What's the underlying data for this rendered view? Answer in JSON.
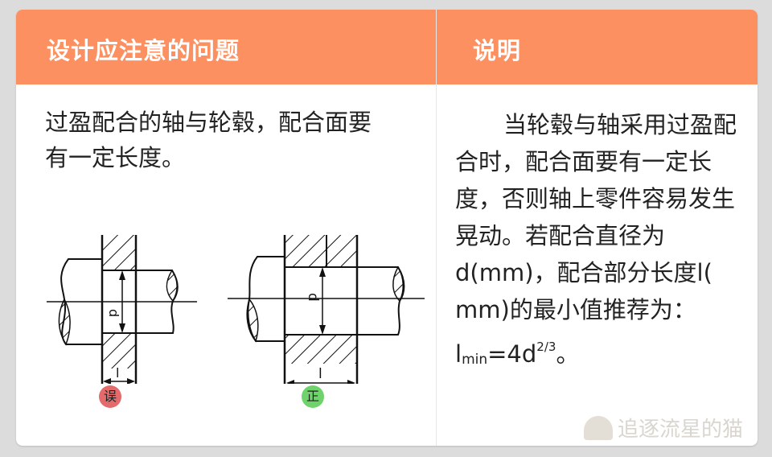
{
  "table": {
    "headers": [
      "设计应注意的问题",
      "说明"
    ],
    "header_color": "#fd9060",
    "row": {
      "issue": "过盈配合的轴与轮毂，配合面要有一定长度。",
      "description_main": "当轮毂与轴采用过盈配合时，配合面要有一定长度，否则轴上零件容易发生晃动。若配合直径为d(mm)，配合部分长度l( mm)的最小值推荐为：l",
      "formula_sub": "min",
      "formula_mid": "=4d",
      "formula_sup": "2/3",
      "formula_end": "。"
    }
  },
  "figures": {
    "wrong": {
      "label_d": "d",
      "label_l": "l",
      "badge": "误",
      "badge_color": "#e36b6b"
    },
    "right": {
      "label_d": "d",
      "label_l": "l",
      "badge": "正",
      "badge_color": "#6ed36b"
    }
  },
  "watermark": "追逐流星的猫"
}
